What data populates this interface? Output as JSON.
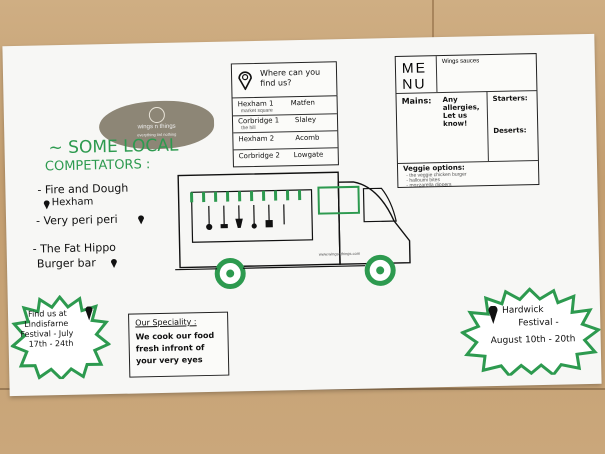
{
  "logo": {
    "name": "wings n things",
    "tagline": "everything tint nothing"
  },
  "where": {
    "heading": "Where can you find us?",
    "cells": [
      {
        "place": "Hexham 1",
        "note": "market square"
      },
      {
        "place": "Matfen"
      },
      {
        "place": "Corbridge 1",
        "note": "the hill"
      },
      {
        "place": "Slaley"
      },
      {
        "place": "Hexham 2"
      },
      {
        "place": "Acomb"
      },
      {
        "place": "Corbridge 2"
      },
      {
        "place": "Lowgate"
      }
    ]
  },
  "competitors": {
    "heading1": "~ SOME LOCAL",
    "heading2": "COMPETATORS :",
    "items": [
      "- Fire and Dough",
      "Hexham",
      "- Very peri peri",
      "- The Fat Hippo",
      "Burger bar"
    ]
  },
  "menu": {
    "me": "ME",
    "nu": "NU",
    "wings_sauces": "Wings sauces",
    "mains": "Mains:",
    "allergies1": "Any",
    "allergies2": "allergies,",
    "allergies3": "Let us",
    "allergies4": "know!",
    "starters": "Starters:",
    "deserts": "Deserts:",
    "veggie_heading": "Veggie options:",
    "veggie_items": [
      "- the veggie chicken burger",
      "- halloumi bites",
      "- mozzarella dippers"
    ]
  },
  "truck": {
    "signage": "www.wingsnthings.com"
  },
  "lindisfarne": {
    "line1": "Find us at",
    "line2": "Lindisfarne",
    "line3": "Festival - July",
    "line4": "17th - 24th"
  },
  "speciality": {
    "heading": "Our Speciality :",
    "line1": "We cook our food",
    "line2": "fresh infront of",
    "line3": "your very eyes"
  },
  "hardwick": {
    "line1": "Hardwick",
    "line2": "Festival -",
    "line3": "August 10th - 20th"
  }
}
